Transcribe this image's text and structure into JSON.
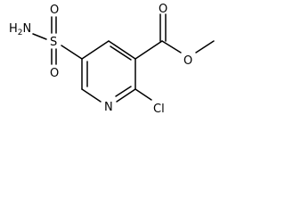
{
  "molecule": {
    "atoms": {
      "sulfonamide_nitrogen": {
        "symbol": "H",
        "subscript": "2",
        "suffix": "N"
      },
      "sulfur": {
        "symbol": "S"
      },
      "sulfonyl_oxygen_top": {
        "symbol": "O"
      },
      "sulfonyl_oxygen_bottom": {
        "symbol": "O"
      },
      "carbonyl_oxygen": {
        "symbol": "O"
      },
      "ester_oxygen": {
        "symbol": "O"
      },
      "ring_nitrogen": {
        "symbol": "N"
      },
      "chlorine": {
        "symbol": "Cl"
      }
    },
    "colors": {
      "line": "#000000",
      "text": "#000000",
      "background": "#ffffff"
    }
  }
}
